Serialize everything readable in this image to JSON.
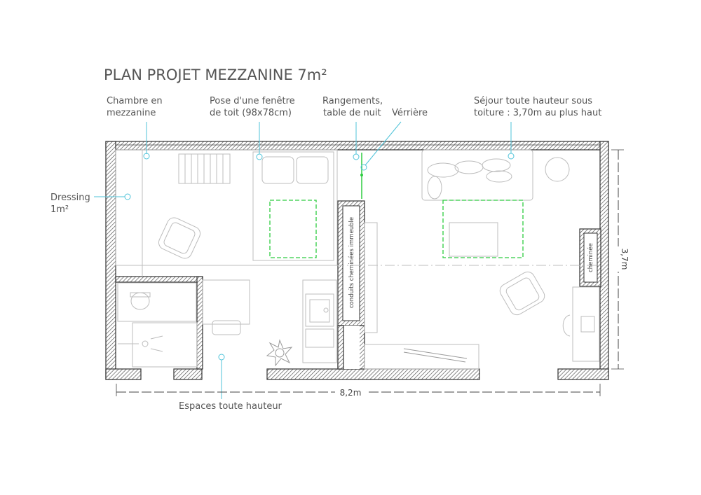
{
  "title": "PLAN PROJET MEZZANINE 7m²",
  "annotations": {
    "chambre": [
      "Chambre en",
      "mezzanine"
    ],
    "fenetre": [
      "Pose d'une fenêtre",
      "de toit (98x78cm)"
    ],
    "rangements": [
      "Rangements,",
      "table de nuit"
    ],
    "verriere": "Vérrière",
    "sejour": [
      "Séjour toute hauteur sous",
      "toiture : 3,70m au plus haut"
    ],
    "dressing": [
      "Dressing",
      "1m²"
    ],
    "espaces": "Espaces toute hauteur"
  },
  "labels": {
    "conduits": "conduits cheminées immeuble",
    "cheminee": "cheminée"
  },
  "dimensions": {
    "width": "8,2m",
    "height": "3,7m"
  },
  "colors": {
    "leader": "#4fc3d9",
    "skylight": "#2ecc40",
    "glass": "#2ecc40"
  }
}
